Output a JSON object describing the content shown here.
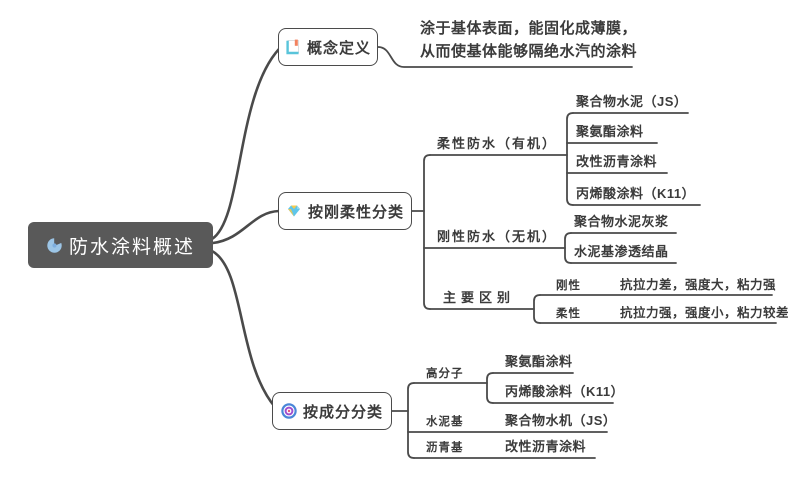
{
  "colors": {
    "canvas_bg": "#ffffff",
    "root_bg": "#595959",
    "root_text": "#ffffff",
    "line": "#4a4a4a",
    "node_border": "#4b4b4b",
    "node_text": "#3b3b3b",
    "icon_blue": "#9cc5e6",
    "icon_cyan": "#59c4da",
    "icon_orange": "#f2825f",
    "icon_yellow": "#f6c94c",
    "icon_target_blue": "#4a86d8",
    "icon_target_purple": "#a04fd0"
  },
  "root": {
    "label": "防水涂料概述",
    "icon": "pie-chart-icon"
  },
  "branches": [
    {
      "label": "概念定义",
      "icon": "document-icon",
      "note": {
        "line1": "涂于基体表面，能固化成薄膜，",
        "line2": "从而使基体能够隔绝水汽的涂料"
      }
    },
    {
      "label": "按刚柔性分类",
      "icon": "gem-icon",
      "children": [
        {
          "label": "柔性防水（有机）",
          "children": [
            "聚合物水泥（JS）",
            "聚氨酯涂料",
            "改性沥青涂料",
            "丙烯酸涂料（K11）"
          ]
        },
        {
          "label": "刚性防水（无机）",
          "children": [
            "聚合物水泥灰浆",
            "水泥基渗透结晶"
          ]
        },
        {
          "label": "主要区别",
          "children": [
            {
              "label": "刚性",
              "desc": "抗拉力差，强度大，粘力强"
            },
            {
              "label": "柔性",
              "desc": "抗拉力强，强度小，粘力较差"
            }
          ]
        }
      ]
    },
    {
      "label": "按成分分类",
      "icon": "target-icon",
      "children": [
        {
          "label": "高分子",
          "children": [
            "聚氨酯涂料",
            "丙烯酸涂料（K11）"
          ]
        },
        {
          "label": "水泥基",
          "children": [
            "聚合物水机（JS）"
          ]
        },
        {
          "label": "沥青基",
          "children": [
            "改性沥青涂料"
          ]
        }
      ]
    }
  ]
}
